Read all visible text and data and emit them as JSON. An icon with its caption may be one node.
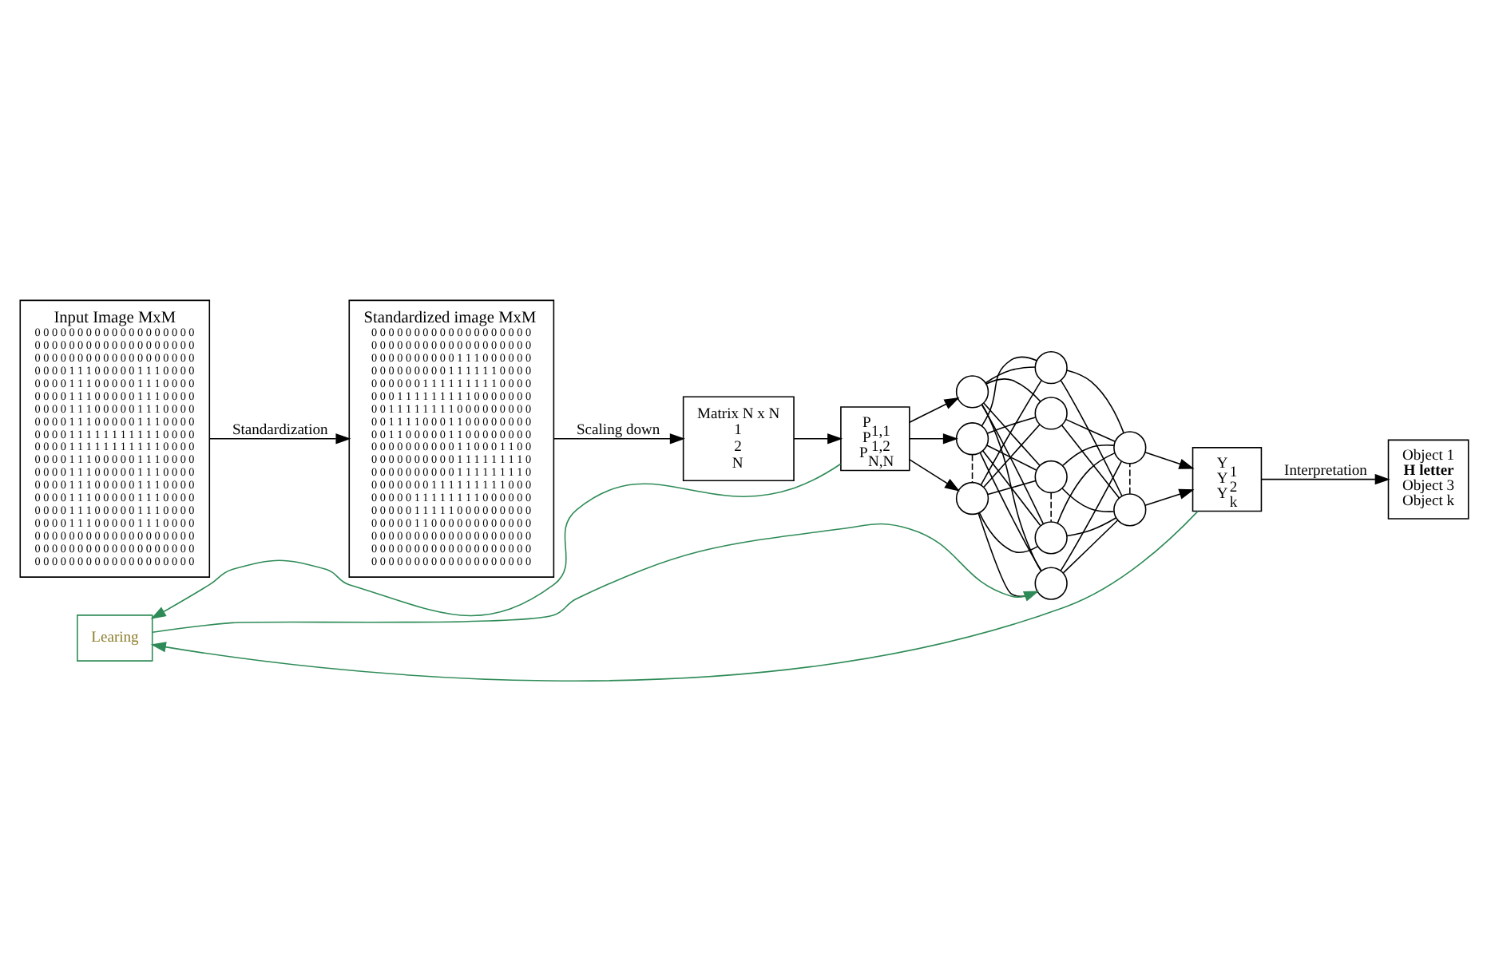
{
  "diagram": {
    "nodes": [
      {
        "text": [
          "Input Image MxM",
          "0 0 0 0 0 0 0 0 0 0 0 0 0 0 0 0 0 0 0",
          "0 0 0 0 0 0 0 0 0 0 0 0 0 0 0 0 0 0 0",
          "0 0 0 0 0 0 0 0 0 0 0 0 0 0 0 0 0 0 0",
          "0 0 0 0 1 1 1 0 0 0 0 0 1 1 1 0 0 0 0",
          "0 0 0 0 1 1 1 0 0 0 0 0 1 1 1 0 0 0 0",
          "0 0 0 0 1 1 1 0 0 0 0 0 1 1 1 0 0 0 0",
          "0 0 0 0 1 1 1 0 0 0 0 0 1 1 1 0 0 0 0",
          "0 0 0 0 1 1 1 0 0 0 0 0 1 1 1 0 0 0 0",
          "0 0 0 0 1 1 1 1 1 1 1 1 1 1 1 0 0 0 0",
          "0 0 0 0 1 1 1 1 1 1 1 1 1 1 1 0 0 0 0",
          "0 0 0 0 1 1 1 0 0 0 0 0 1 1 1 0 0 0 0",
          "0 0 0 0 1 1 1 0 0 0 0 0 1 1 1 0 0 0 0",
          "0 0 0 0 1 1 1 0 0 0 0 0 1 1 1 0 0 0 0",
          "0 0 0 0 1 1 1 0 0 0 0 0 1 1 1 0 0 0 0",
          "0 0 0 0 1 1 1 0 0 0 0 0 1 1 1 0 0 0 0",
          "0 0 0 0 1 1 1 0 0 0 0 0 1 1 1 0 0 0 0",
          "0 0 0 0 0 0 0 0 0 0 0 0 0 0 0 0 0 0 0",
          "0 0 0 0 0 0 0 0 0 0 0 0 0 0 0 0 0 0 0",
          "0 0 0 0 0 0 0 0 0 0 0 0 0 0 0 0 0 0 0"
        ]
      },
      {
        "text": [
          "Standardized image MxM",
          "0 0 0 0 0 0 0 0 0 0 0 0 0 0 0 0 0 0 0",
          "0 0 0 0 0 0 0 0 0 0 0 0 0 0 0 0 0 0 0",
          "0 0 0 0 0 0 0 0 0 0 1 1 1 0 0 0 0 0 0",
          "0 0 0 0 0 0 0 0 0 1 1 1 1 1 1 0 0 0 0",
          "0 0 0 0 0 0 1 1 1 1 1 1 1 1 1 0 0 0 0",
          "0 0 0 1 1 1 1 1 1 1 1 1 0 0 0 0 0 0 0",
          "0 0 1 1 1 1 1 1 1 1 0 0 0 0 0 0 0 0 0",
          "0 0 1 1 1 1 0 0 0 1 1 0 0 0 0 0 0 0 0",
          "0 0 1 1 0 0 0 0 0 1 1 0 0 0 0 0 0 0 0",
          "0 0 0 0 0 0 0 0 0 0 1 1 0 0 0 1 1 0 0",
          "0 0 0 0 0 0 0 0 0 0 1 1 1 1 1 1 1 1 0",
          "0 0 0 0 0 0 0 0 0 0 1 1 1 1 1 1 1 1 0",
          "0 0 0 0 0 0 0 1 1 1 1 1 1 1 1 1 0 0 0",
          "0 0 0 0 0 1 1 1 1 1 1 1 1 0 0 0 0 0 0",
          "0 0 0 0 0 1 1 1 1 1 0 0 0 0 0 0 0 0 0",
          "0 0 0 0 0 1 1 0 0 0 0 0 0 0 0 0 0 0 0",
          "0 0 0 0 0 0 0 0 0 0 0 0 0 0 0 0 0 0 0",
          "0 0 0 0 0 0 0 0 0 0 0 0 0 0 0 0 0 0 0",
          "0 0 0 0 0 0 0 0 0 0 0 0 0 0 0 0 0 0 0"
        ]
      },
      {
        "text": [
          "Matrix N x N",
          "1",
          "2",
          "N"
        ]
      },
      {
        "text": [
          "P$_{1,1}$",
          "P$_{1,2}$",
          "P$_{N,N}$"
        ]
      },
      {
        "text": [],
        "shape": "circle"
      },
      {
        "text": [],
        "shape": "circle"
      },
      {
        "text": [],
        "shape": "circle"
      },
      {
        "text": [],
        "shape": "circle"
      },
      {
        "text": [],
        "shape": "circle"
      },
      {
        "text": [],
        "shape": "circle"
      },
      {
        "text": [],
        "shape": "circle"
      },
      {
        "text": [],
        "shape": "circle"
      },
      {
        "text": [],
        "shape": "circle"
      },
      {
        "text": [],
        "shape": "circle"
      },
      {
        "text": [
          "Y$_{1}$",
          "Y$_{2}$",
          "Y$_{k}$"
        ]
      },
      {
        "text": [
          "Object 1",
          "**H letter**",
          "Object 3",
          "Object k"
        ]
      },
      {
        "text": [
          "Learing"
        ]
      }
    ],
    "edges": [
      {
        "from": 0,
        "to": 1,
        "arrow": "to",
        "label": "Standardization"
      },
      {
        "from": 1,
        "to": 2,
        "arrow": "to",
        "label": "Scaling down"
      },
      {
        "from": 2,
        "to": 3,
        "arrow": "to"
      },
      {
        "from": 3,
        "to": 4,
        "arrow": "to"
      },
      {
        "from": 3,
        "to": 5,
        "arrow": "to"
      },
      {
        "from": 3,
        "to": 6,
        "arrow": "to"
      },
      {
        "from": 4,
        "to": 7,
        "arrow": "none"
      },
      {
        "from": 4,
        "to": 8,
        "arrow": "none"
      },
      {
        "from": 4,
        "to": 9,
        "arrow": "none"
      },
      {
        "from": 4,
        "to": 10,
        "arrow": "none"
      },
      {
        "from": 4,
        "to": 11,
        "arrow": "none"
      },
      {
        "from": 5,
        "to": 7,
        "arrow": "none"
      },
      {
        "from": 5,
        "to": 8,
        "arrow": "none"
      },
      {
        "from": 5,
        "to": 9,
        "arrow": "none"
      },
      {
        "from": 5,
        "to": 10,
        "arrow": "none"
      },
      {
        "from": 5,
        "to": 11,
        "arrow": "none"
      },
      {
        "from": 6,
        "to": 7,
        "arrow": "none"
      },
      {
        "from": 6,
        "to": 8,
        "arrow": "none"
      },
      {
        "from": 6,
        "to": 9,
        "arrow": "none"
      },
      {
        "from": 6,
        "to": 10,
        "arrow": "none"
      },
      {
        "from": 6,
        "to": 11,
        "arrow": "none"
      },
      {
        "from": 7,
        "to": 12,
        "arrow": "none"
      },
      {
        "from": 7,
        "to": 13,
        "arrow": "none"
      },
      {
        "from": 8,
        "to": 12,
        "arrow": "none"
      },
      {
        "from": 8,
        "to": 13,
        "arrow": "none"
      },
      {
        "from": 9,
        "to": 12,
        "arrow": "none"
      },
      {
        "from": 9,
        "to": 13,
        "arrow": "none"
      },
      {
        "from": 10,
        "to": 12,
        "arrow": "none"
      },
      {
        "from": 10,
        "to": 13,
        "arrow": "none"
      },
      {
        "from": 11,
        "to": 12,
        "arrow": "none"
      },
      {
        "from": 11,
        "to": 13,
        "arrow": "none"
      },
      {
        "from": 5,
        "to": 6,
        "arrow": "none",
        "style": "dashed"
      },
      {
        "from": 9,
        "to": 10,
        "arrow": "none",
        "style": "dashed"
      },
      {
        "from": 12,
        "to": 13,
        "arrow": "none",
        "style": "dashed"
      },
      {
        "from": 12,
        "to": 14,
        "arrow": "to"
      },
      {
        "from": 13,
        "to": 14,
        "arrow": "to"
      },
      {
        "from": 14,
        "to": 15,
        "arrow": "to",
        "label": "Interpretation"
      },
      {
        "from": 14,
        "to": 16,
        "arrow": "to",
        "color": "#2e8b57"
      },
      {
        "from": 3,
        "to": 16,
        "arrow": "to",
        "color": "#2e8b57"
      },
      {
        "from": 16,
        "to": 11,
        "arrow": "to",
        "color": "#2e8b57"
      }
    ]
  }
}
